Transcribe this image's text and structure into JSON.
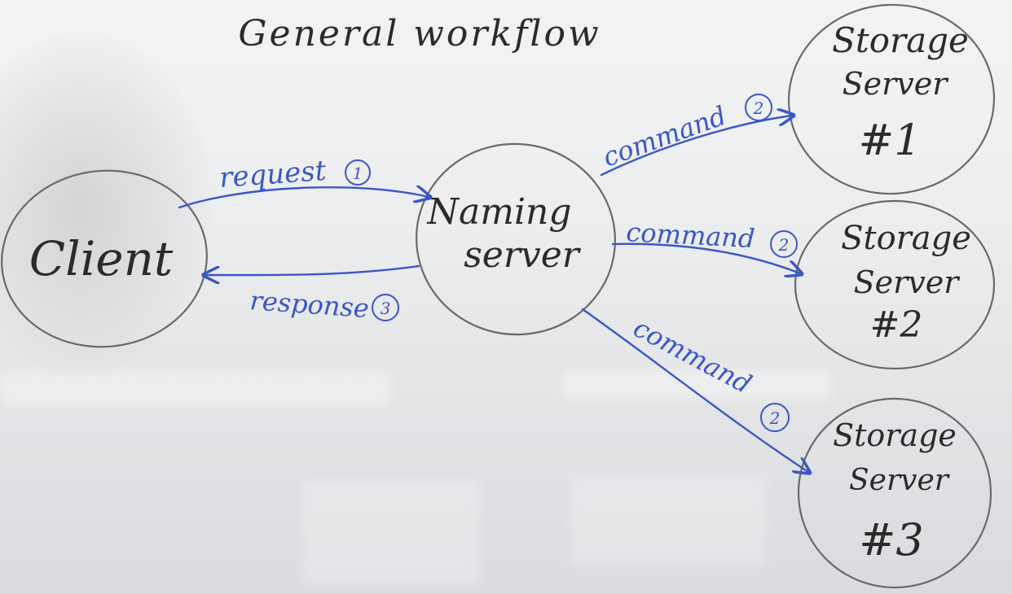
{
  "title": "General workflow",
  "colors": {
    "board": "#eceef0",
    "ink_black": "#2b2b2b",
    "ink_blue": "#3a57c4"
  },
  "nodes": {
    "client": "Client",
    "naming": {
      "line1": "Naming",
      "line2": "server"
    },
    "storage1": {
      "line1": "Storage",
      "line2": "Server",
      "line3": "#1"
    },
    "storage2": {
      "line1": "Storage",
      "line2": "Server",
      "line3": "#2"
    },
    "storage3": {
      "line1": "Storage",
      "line2": "Server",
      "line3": "#3"
    }
  },
  "edges": {
    "request": {
      "label": "request",
      "step": "1"
    },
    "response": {
      "label": "response",
      "step": "3"
    },
    "command1": {
      "label": "command",
      "step": "2"
    },
    "command2": {
      "label": "command",
      "step": "2"
    },
    "command3": {
      "label": "command",
      "step": "2"
    }
  }
}
